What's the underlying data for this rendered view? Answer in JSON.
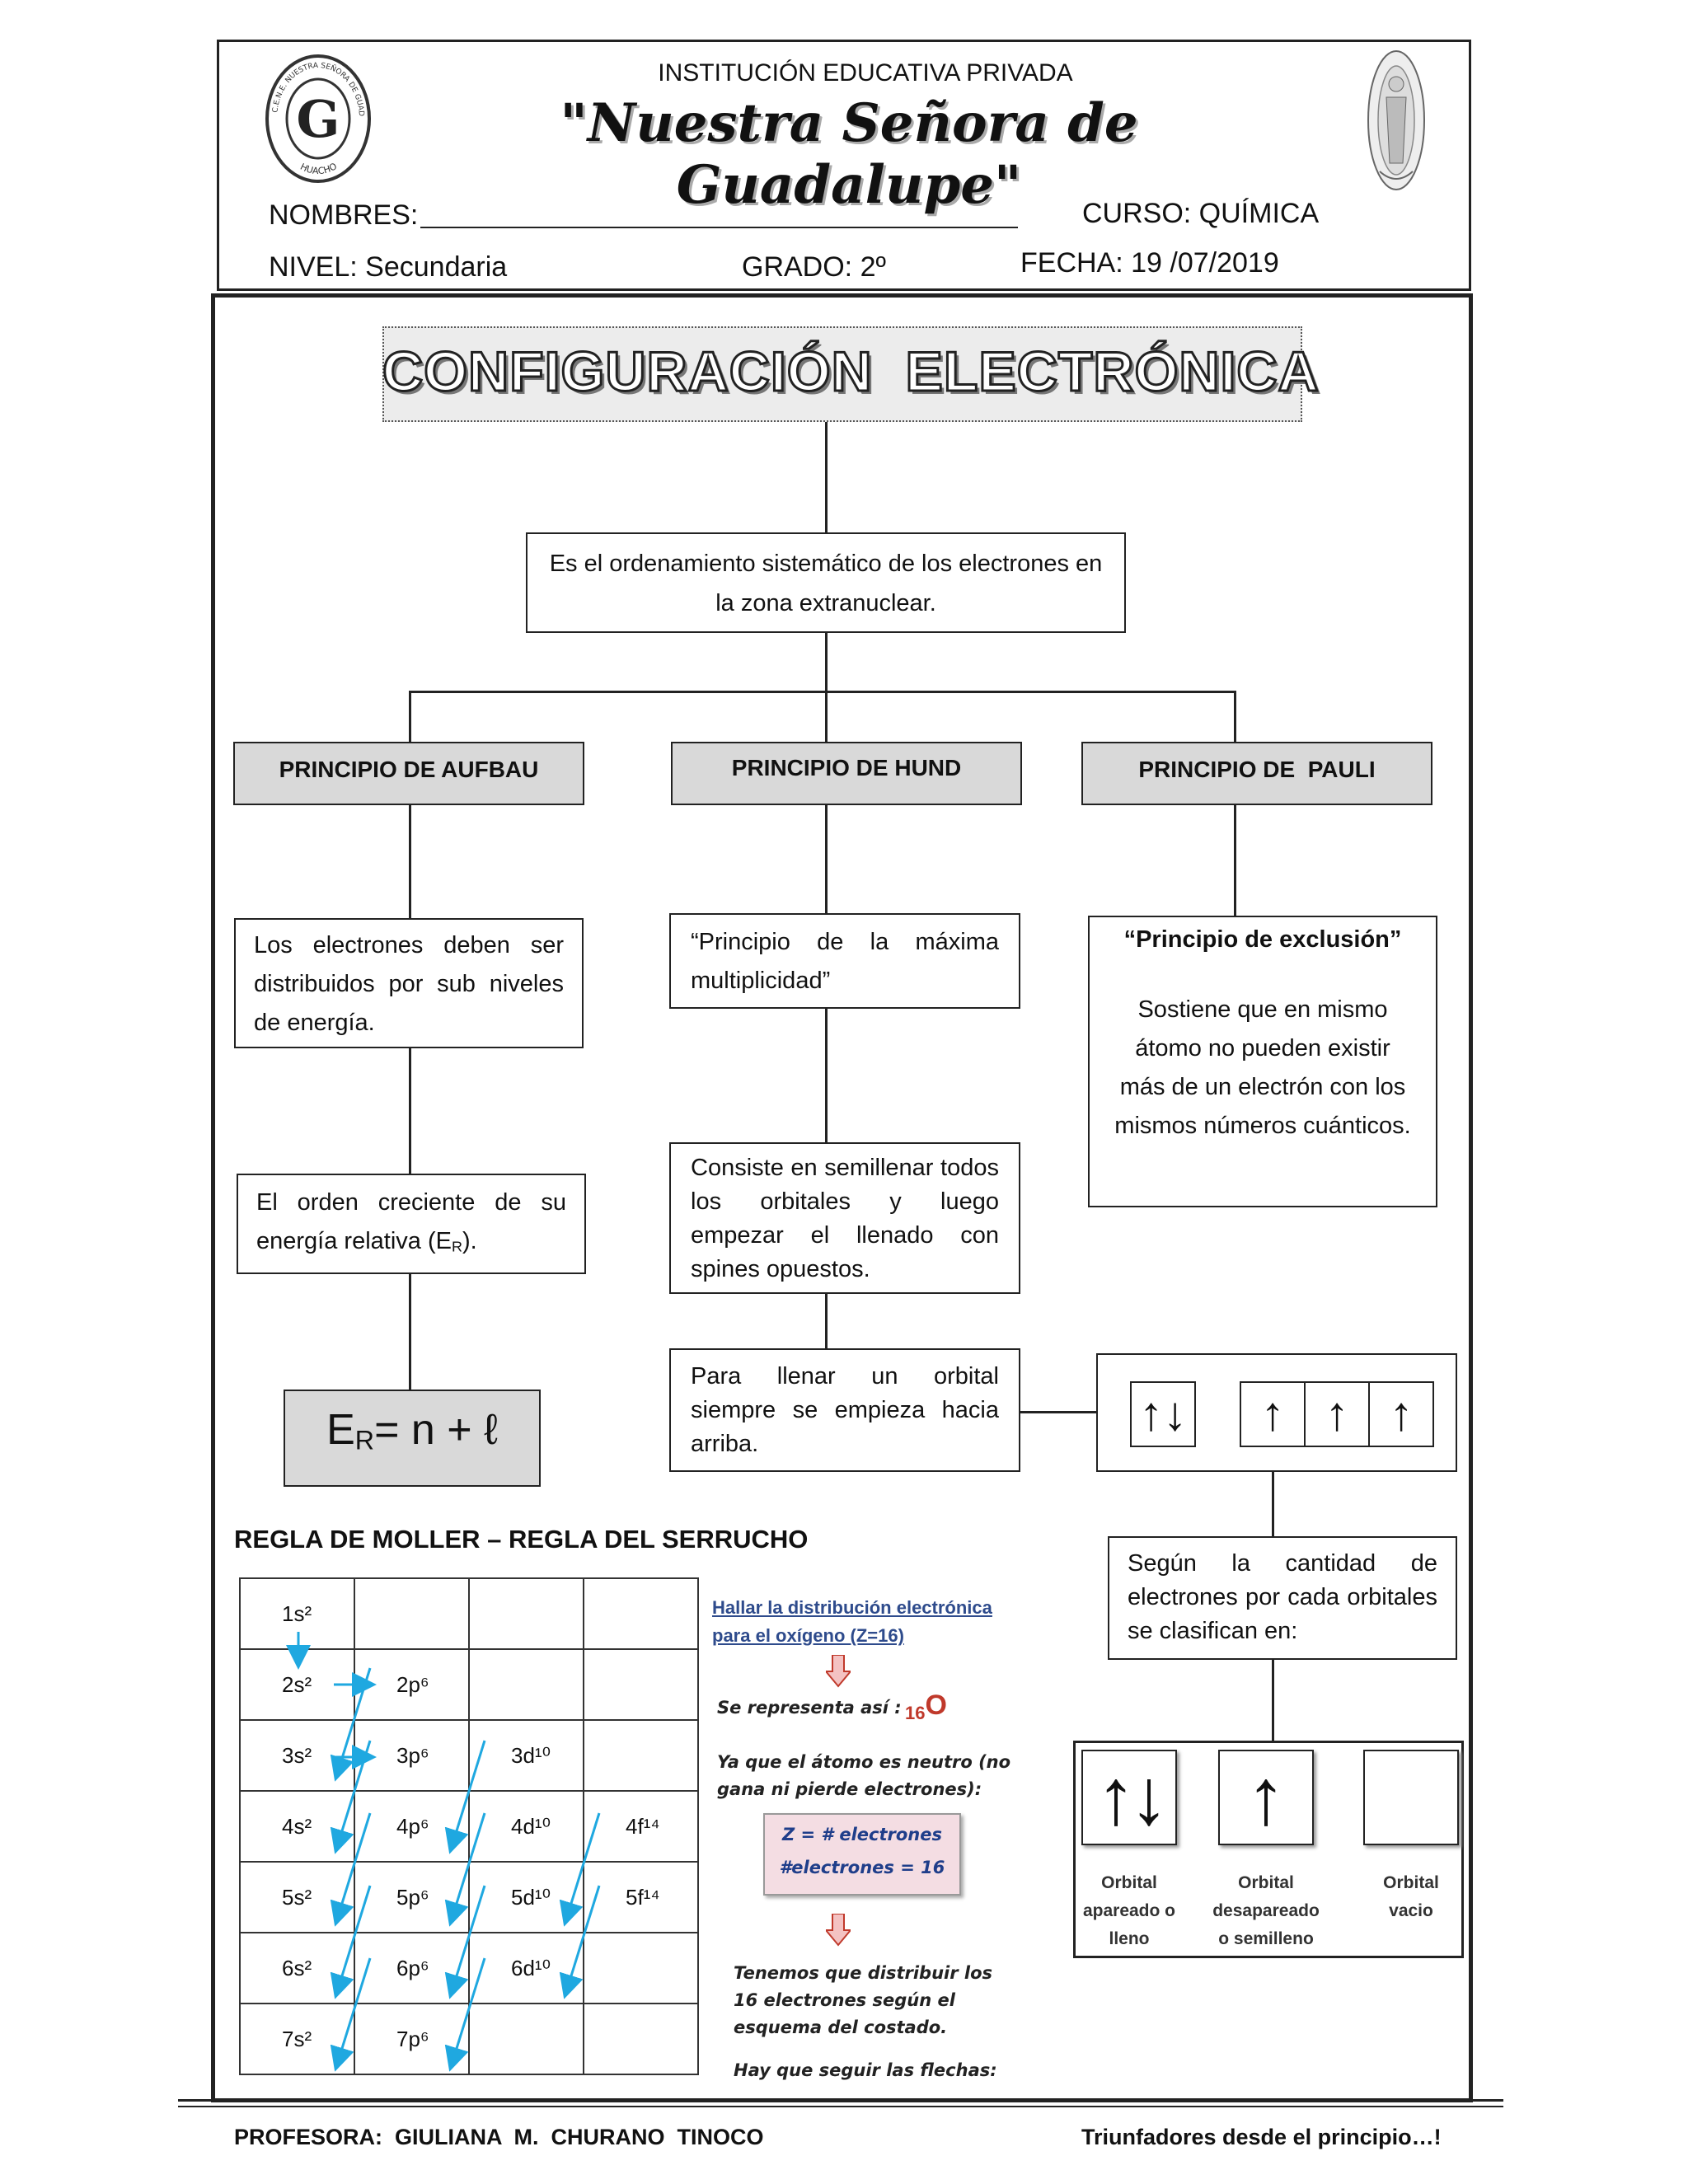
{
  "header": {
    "institution": "INSTITUCIÓN EDUCATIVA PRIVADA",
    "school_name": "\"Nuestra Señora de Guadalupe\"",
    "logo_letter": "G",
    "logo_ring_top": "C.E.N.E. NUESTRA SEÑORA DE GUADALUPE",
    "logo_ring_bottom": "HUACHO",
    "nombres_label": "NOMBRES:",
    "curso_label": "CURSO: QUÍMICA",
    "nivel_label": "NIVEL:",
    "nivel_value": "Secundaria",
    "grado_label": "GRADO: 2º",
    "fecha_label": "FECHA:",
    "fecha_value": "19 /07/2019"
  },
  "title": "CONFIGURACIÓN  ELECTRÓNICA",
  "definition": "Es el ordenamiento sistemático de los electrones en la zona extranuclear.",
  "principles": {
    "aufbau": {
      "heading": "PRINCIPIO DE AUFBAU",
      "desc": "Los electrones deben ser distribuidos por sub niveles de energía.",
      "order_text": "El orden creciente de su energía relativa (E",
      "order_sub": "R",
      "order_end": ").",
      "formula_e": "E",
      "formula_sub": "R",
      "formula_rest": "= n + ℓ"
    },
    "hund": {
      "heading": "PRINCIPIO DE HUND",
      "quote": "“Principio de la máxima multiplicidad”",
      "consists": "Consiste en semillenar todos los orbitales y luego empezar el llenado con spines opuestos.",
      "fill": "Para llenar un orbital siempre se empieza hacia arriba.",
      "orbital_examples": [
        "↑↓",
        "↑",
        "↑",
        "↑"
      ]
    },
    "pauli": {
      "heading": "PRINCIPIO DE  PAULI",
      "quote": "“Principio de exclusión”",
      "desc": "Sostiene que en mismo átomo no pueden existir más de un electrón con los mismos números cuánticos."
    }
  },
  "classification": {
    "text": "Según la cantidad de electrones por cada orbitales se clasifican en:",
    "types": [
      {
        "arrows": "↑↓",
        "label": "Orbital apareado o lleno"
      },
      {
        "arrows": "↑",
        "label": "Orbital desapareado o semilleno"
      },
      {
        "arrows": "",
        "label": "Orbital vacio"
      }
    ]
  },
  "moller": {
    "heading": "REGLA DE MOLLER – REGLA DEL SERRUCHO",
    "rows": [
      [
        "1s²",
        "",
        "",
        ""
      ],
      [
        "2s²",
        "2p⁶",
        "",
        ""
      ],
      [
        "3s²",
        "3p⁶",
        "3d¹⁰",
        ""
      ],
      [
        "4s²",
        "4p⁶",
        "4d¹⁰",
        "4f¹⁴"
      ],
      [
        "5s²",
        "5p⁶",
        "5d¹⁰",
        "5f¹⁴"
      ],
      [
        "6s²",
        "6p⁶",
        "6d¹⁰",
        ""
      ],
      [
        "7s²",
        "7p⁶",
        "",
        ""
      ]
    ],
    "arrow_color": "#1fa8e0"
  },
  "tutorial": {
    "heading": "Hallar la distribución electrónica para el oxígeno (Z=16)",
    "represent": "Se representa así :",
    "symbol_z": "16",
    "symbol": "O",
    "neutral": "Ya que el átomo es neutro (no gana ni pierde electrones):",
    "note_line1": "Z = # electrones",
    "note_line2": "#electrones = 16",
    "distribute": "Tenemos que distribuir los 16 electrones según el esquema del costado.",
    "follow": "Hay que seguir las flechas:"
  },
  "footer": {
    "teacher": "PROFESORA:  GIULIANA  M.  CHURANO  TINOCO",
    "motto": "Triunfadores desde el principio…!"
  }
}
